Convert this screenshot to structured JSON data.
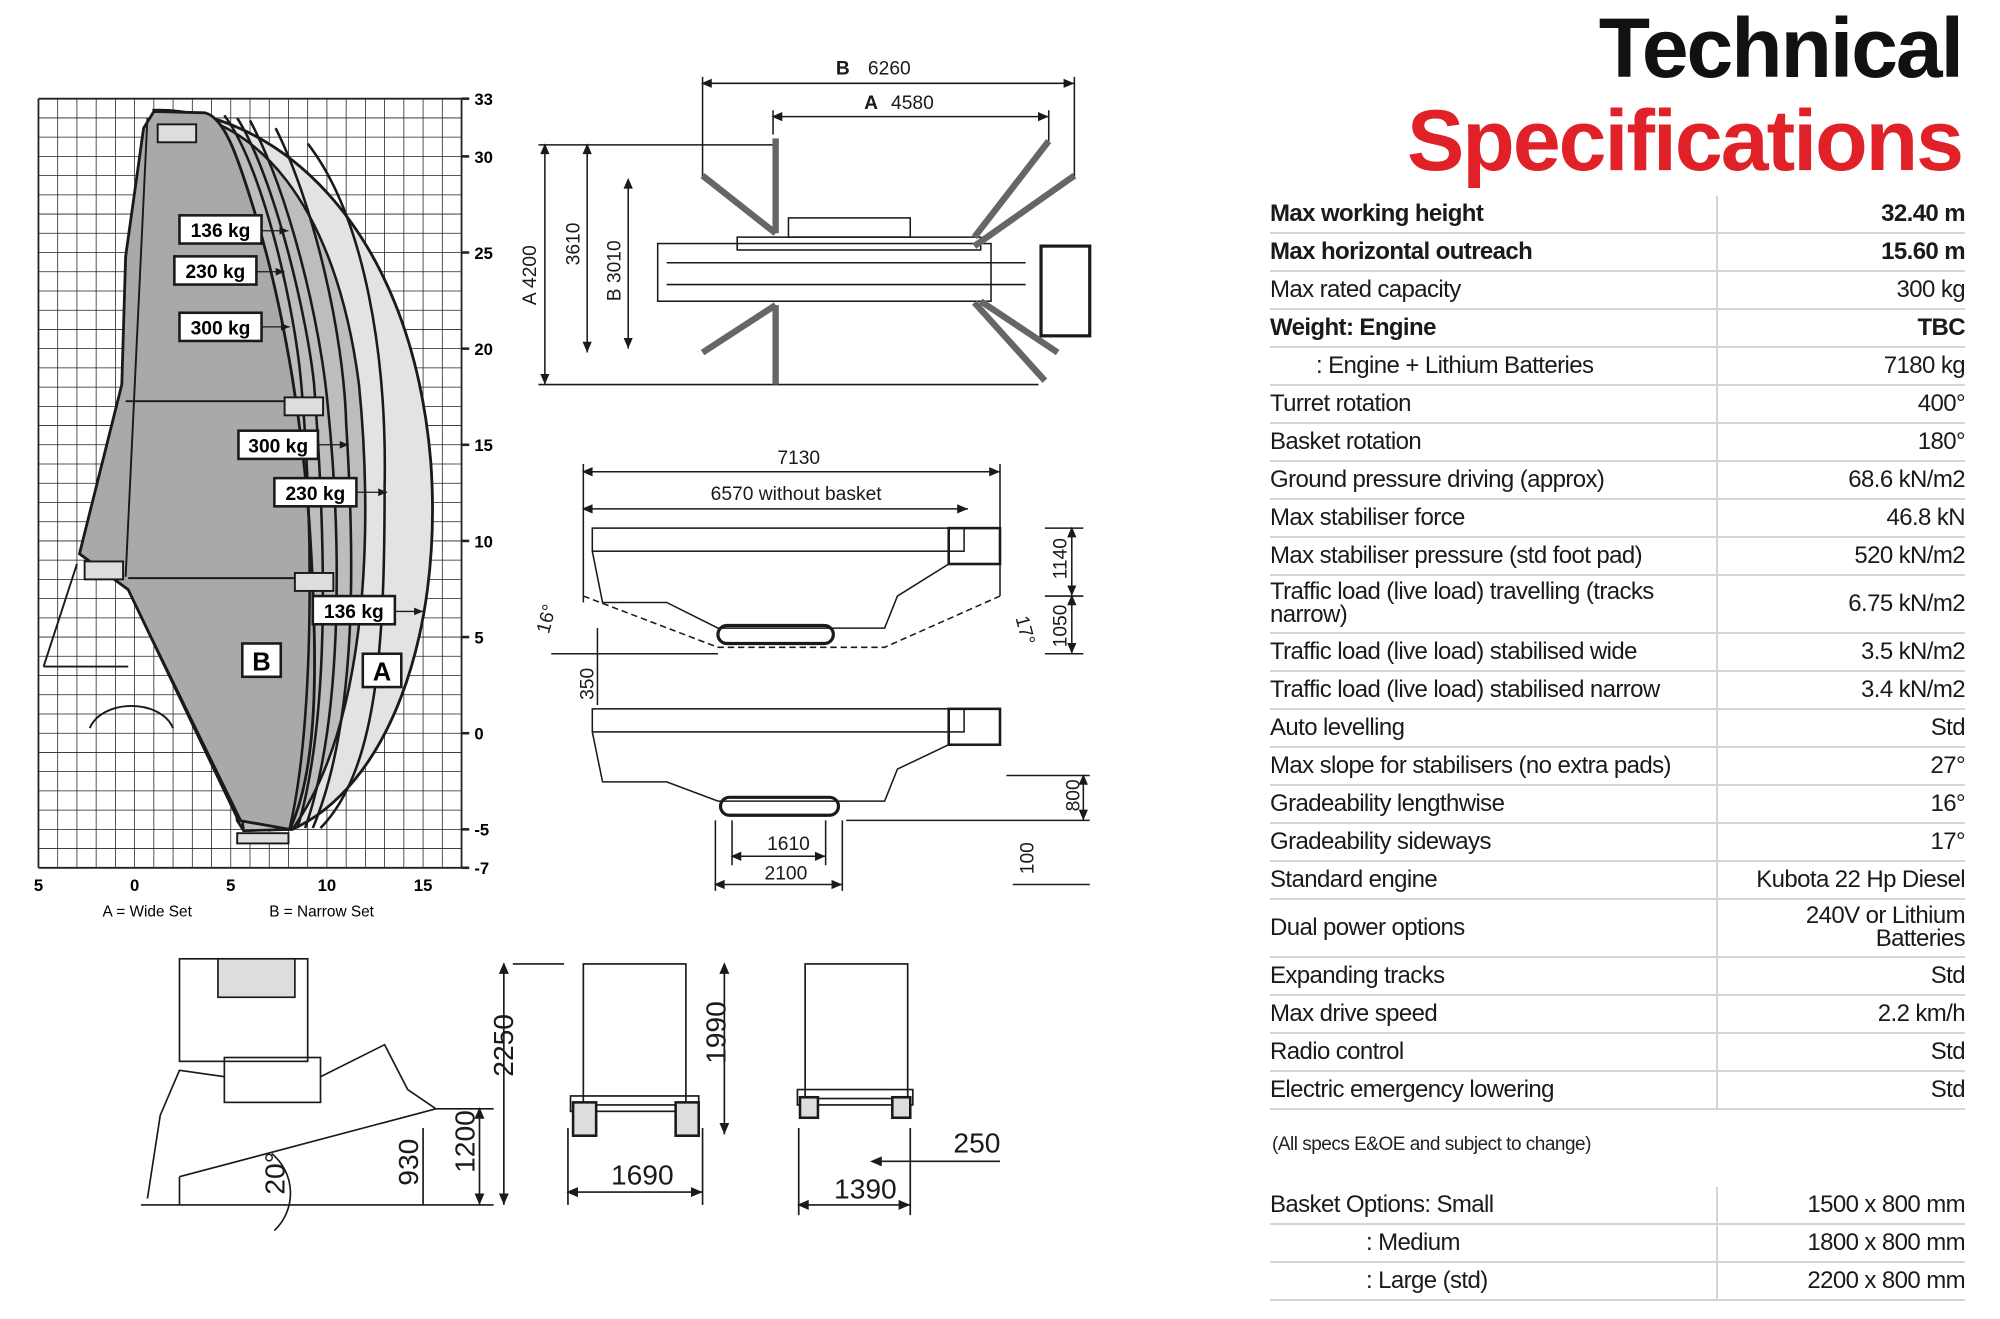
{
  "title": {
    "line1": "Technical",
    "line2": "Specifications"
  },
  "colors": {
    "accent": "#e02127",
    "envelope_a": "#e3e3e3",
    "envelope_b": "#a9a9a9",
    "line": "#1a1a1a"
  },
  "specs": [
    {
      "label": "Max working height",
      "value": "32.40 m",
      "bold": true
    },
    {
      "label": "Max horizontal outreach",
      "value": "15.60 m",
      "bold": true
    },
    {
      "label": "Max rated capacity",
      "value": "300 kg"
    },
    {
      "label": "Weight: Engine",
      "value": "TBC",
      "bold": true
    },
    {
      "label": ": Engine + Lithium Batteries",
      "value": "7180 kg",
      "sub": true
    },
    {
      "label": "Turret rotation",
      "value": "400°"
    },
    {
      "label": "Basket rotation",
      "value": "180°"
    },
    {
      "label": "Ground pressure driving (approx)",
      "value": "68.6 kN/m2"
    },
    {
      "label": "Max stabiliser force",
      "value": "46.8 kN"
    },
    {
      "label": "Max stabiliser pressure (std foot pad)",
      "value": "520 kN/m2"
    },
    {
      "label": "Traffic load (live load) travelling (tracks narrow)",
      "value": "6.75 kN/m2",
      "tall": true
    },
    {
      "label": "Traffic load (live load) stabilised wide",
      "value": "3.5 kN/m2"
    },
    {
      "label": "Traffic load (live load) stabilised narrow",
      "value": "3.4 kN/m2"
    },
    {
      "label": "Auto levelling",
      "value": "Std"
    },
    {
      "label": "Max slope for stabilisers (no extra pads)",
      "value": "27°"
    },
    {
      "label": "Gradeability lengthwise",
      "value": "16°"
    },
    {
      "label": "Gradeability sideways",
      "value": "17°"
    },
    {
      "label": "Standard engine",
      "value": "Kubota 22 Hp Diesel"
    },
    {
      "label": "Dual power options",
      "value": "240V or Lithium Batteries",
      "tall": true
    },
    {
      "label": "Expanding tracks",
      "value": "Std"
    },
    {
      "label": "Max drive speed",
      "value": "2.2 km/h"
    },
    {
      "label": "Radio control",
      "value": "Std"
    },
    {
      "label": "Electric emergency lowering",
      "value": "Std"
    }
  ],
  "note": "(All specs E&OE and subject to change)",
  "basket": [
    {
      "label": "Basket Options: Small",
      "value": "1500 x 800 mm"
    },
    {
      "label": ": Medium",
      "value": "1800 x 800 mm",
      "sub": true
    },
    {
      "label": ": Large (std)",
      "value": "2200 x 800 mm",
      "sub": true
    }
  ],
  "load_chart": {
    "y_ticks": [
      "33",
      "30",
      "25",
      "20",
      "15",
      "10",
      "5",
      "0",
      "-5",
      "-7"
    ],
    "x_ticks": [
      "5",
      "0",
      "5",
      "10",
      "15"
    ],
    "labels_b": [
      "136 kg",
      "230 kg",
      "300 kg"
    ],
    "labels_a": [
      "300 kg",
      "230 kg",
      "136 kg"
    ],
    "zone_a": "A",
    "zone_b": "B",
    "legend_a": "A = Wide Set",
    "legend_b": "B = Narrow Set"
  },
  "plan_view": {
    "dim_b_width_label": "B",
    "dim_b_width": "6260",
    "dim_a_width_label": "A",
    "dim_a_width": "4580",
    "dim_a_depth": "A 4200",
    "dim_mid_depth": "3610",
    "dim_b_depth": "B 3010"
  },
  "side_view": {
    "overall_length": "7130",
    "length_without_basket": "6570 without basket",
    "height_upper": "1140",
    "height_lower": "1050",
    "angle_front": "16°",
    "angle_rear": "17°",
    "ground_clearance": "350"
  },
  "side_view_2": {
    "height": "800",
    "clearance": "100",
    "track_length": "1610",
    "track_total": "2100"
  },
  "end_views": {
    "view1_height": "2250",
    "view1_step": "930",
    "view1_height2": "1200",
    "view1_angle": "20°",
    "view2_width": "1690",
    "view2_height": "1990",
    "view3_width": "1390",
    "view3_offset": "250"
  }
}
